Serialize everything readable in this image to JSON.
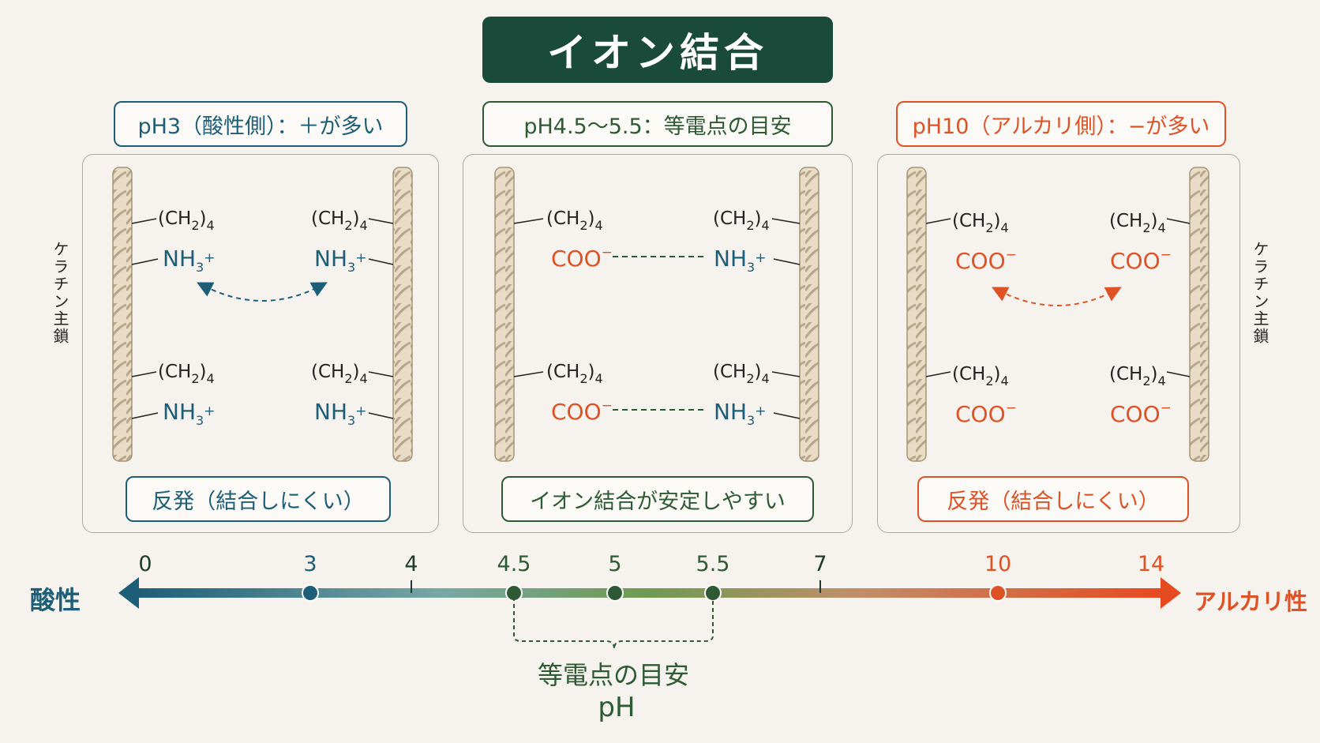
{
  "title": "イオン結合",
  "side_label": "ケラチン主鎖",
  "panels": [
    {
      "header": "pH3（酸性側）：＋が多い",
      "footer": "反発（結合しにくい）",
      "chain": "(CH2)4",
      "left_group": "NH3+",
      "right_group": "NH3+"
    },
    {
      "header": "pH4.5〜5.5：等電点の目安",
      "footer": "イオン結合が安定しやすい",
      "chain": "(CH2)4",
      "left_group": "COO−",
      "right_group": "NH3+"
    },
    {
      "header": "pH10（アルカリ側）：−が多い",
      "footer": "反発（結合しにくい）",
      "chain": "(CH2)4",
      "left_group": "COO−",
      "right_group": "COO−"
    }
  ],
  "axis": {
    "left_label": "酸性",
    "right_label": "アルカリ性",
    "title": "pH",
    "range_label": "等電点の目安",
    "ticks": [
      {
        "value": "0",
        "color": "#1f3b2f",
        "marker": "none"
      },
      {
        "value": "3",
        "color": "#1c5d78",
        "marker": "dot"
      },
      {
        "value": "4",
        "color": "#1f3b2f",
        "marker": "tick"
      },
      {
        "value": "4.5",
        "color": "#2d5a34",
        "marker": "dot"
      },
      {
        "value": "5",
        "color": "#2d5a34",
        "marker": "dot"
      },
      {
        "value": "5.5",
        "color": "#2d5a34",
        "marker": "dot"
      },
      {
        "value": "7",
        "color": "#1f3b2f",
        "marker": "tick"
      },
      {
        "value": "10",
        "color": "#de5226",
        "marker": "dot"
      },
      {
        "value": "14",
        "color": "#de5226",
        "marker": "none"
      }
    ]
  },
  "colors": {
    "acid": "#1c5d78",
    "neutral": "#2d5a34",
    "alkaline": "#de5226",
    "title_bg": "#1a4a3a"
  }
}
